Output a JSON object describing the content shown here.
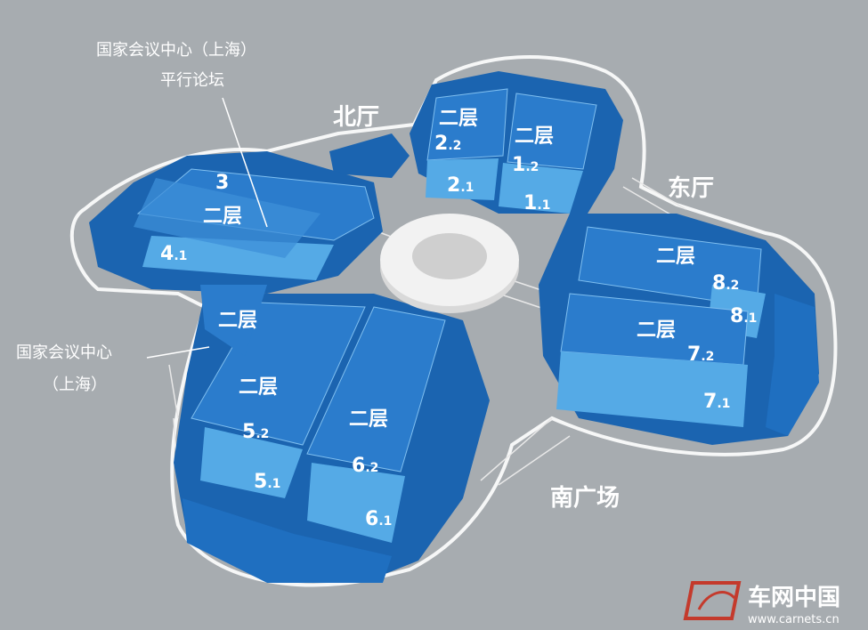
{
  "center_hub": "",
  "wings": {
    "north": {
      "name": "北厅",
      "halls": [
        {
          "id": "2.2",
          "main": "2",
          "sub": ".2",
          "floor": "二层"
        },
        {
          "id": "1.2",
          "main": "1",
          "sub": ".2",
          "floor": "二层"
        },
        {
          "id": "2.1",
          "main": "2",
          "sub": ".1"
        },
        {
          "id": "1.1",
          "main": "1",
          "sub": ".1"
        }
      ]
    },
    "east": {
      "name": "东厅",
      "halls": [
        {
          "id": "8.2",
          "main": "8",
          "sub": ".2",
          "floor": "二层"
        },
        {
          "id": "8.1",
          "main": "8",
          "sub": ".1"
        },
        {
          "id": "7.2",
          "main": "7",
          "sub": ".2",
          "floor": "二层"
        },
        {
          "id": "7.1",
          "main": "7",
          "sub": ".1"
        }
      ]
    },
    "south": {
      "name": "南广场",
      "halls": [
        {
          "id": "5.2",
          "main": "5",
          "sub": ".2",
          "floor": "二层"
        },
        {
          "id": "5.1",
          "main": "5",
          "sub": ".1"
        },
        {
          "id": "6.2",
          "main": "6",
          "sub": ".2",
          "floor": "二层"
        },
        {
          "id": "6.1",
          "main": "6",
          "sub": ".1"
        }
      ]
    },
    "west": {
      "halls": [
        {
          "id": "3",
          "main": "3",
          "sub": "",
          "floor": "二层"
        },
        {
          "id": "4.1",
          "main": "4",
          "sub": ".1"
        }
      ],
      "west_floor": "二层"
    }
  },
  "callouts": {
    "parallel_forum_line1": "国家会议中心（上海）",
    "parallel_forum_line2": "平行论坛",
    "ncc_line1": "国家会议中心",
    "ncc_line2": "（上海）"
  },
  "watermark": {
    "brand": "车网中国",
    "url": "www.carnets.cn"
  },
  "colors": {
    "background": "#a7acb0",
    "hall_dark": "#1f6fc0",
    "hall_light": "#4ea3e4",
    "hub": "#f0f0f0"
  }
}
